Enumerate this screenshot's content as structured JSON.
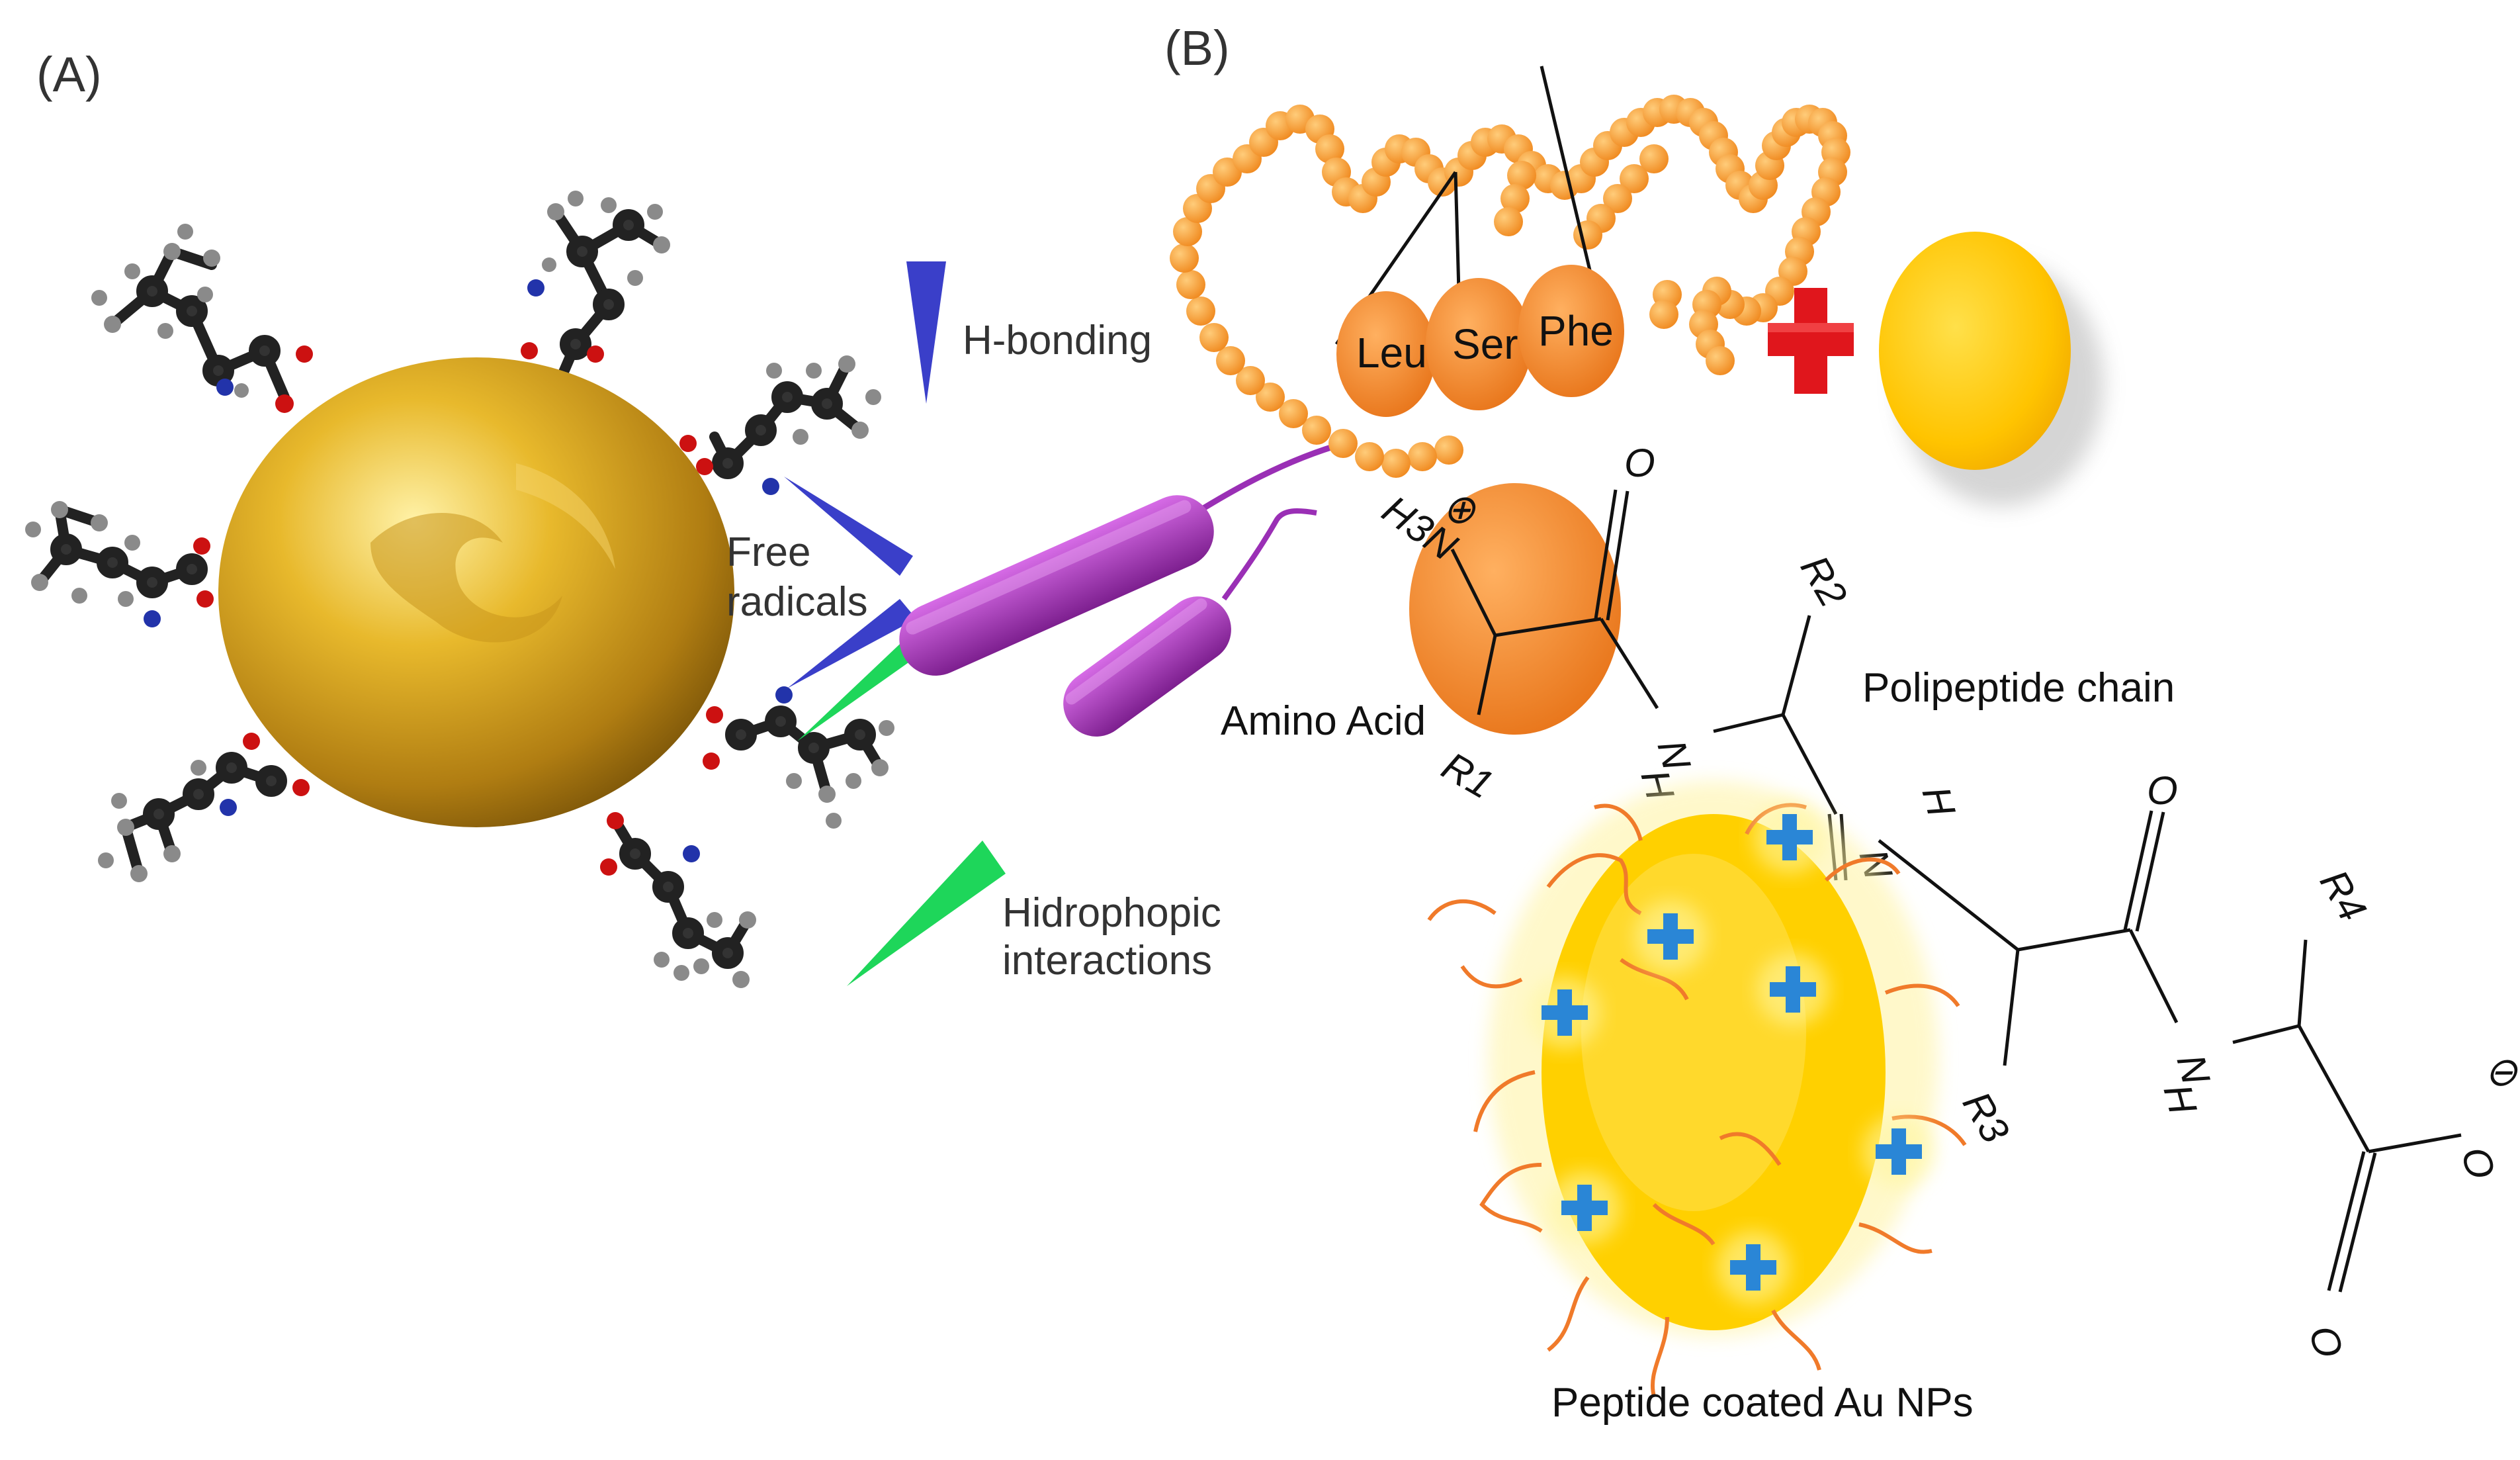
{
  "panels": {
    "a": "(A)",
    "b": "(B)"
  },
  "labels": {
    "h_bonding": "H-bonding",
    "free": "Free",
    "radicals": "radicals",
    "hidrophopic": "Hidrophopic",
    "interactions": "interactions",
    "amino_acid": "Amino Acid",
    "polipeptide_chain": "Polipeptide chain",
    "peptide_coated": "Peptide coated Au NPs"
  },
  "residues": [
    "Leu",
    "Ser",
    "Phe"
  ],
  "chem": {
    "h3n": "H3N",
    "plus_charge": "⊕",
    "minus_charge": "⊖",
    "o": "O",
    "n": "N",
    "h": "H",
    "r1": "R1",
    "r2": "R2",
    "r3": "R3",
    "r4": "R4"
  },
  "colors": {
    "gold": "#d9a520",
    "gold_light": "#ffd23a",
    "orange_bead": "#f7922a",
    "bacteria": "#b23bc9",
    "h_bond_blue": "#3a3fc9",
    "hydrophobic_green": "#1ed65a",
    "red_plus": "#e0161c",
    "blue_plus": "#2a86d6"
  },
  "icons": [
    "gold-nanoparticle-icon",
    "amino-acid-ball-stick-icon",
    "bacterium-icon",
    "peptide-chain-icon",
    "plus-icon"
  ]
}
